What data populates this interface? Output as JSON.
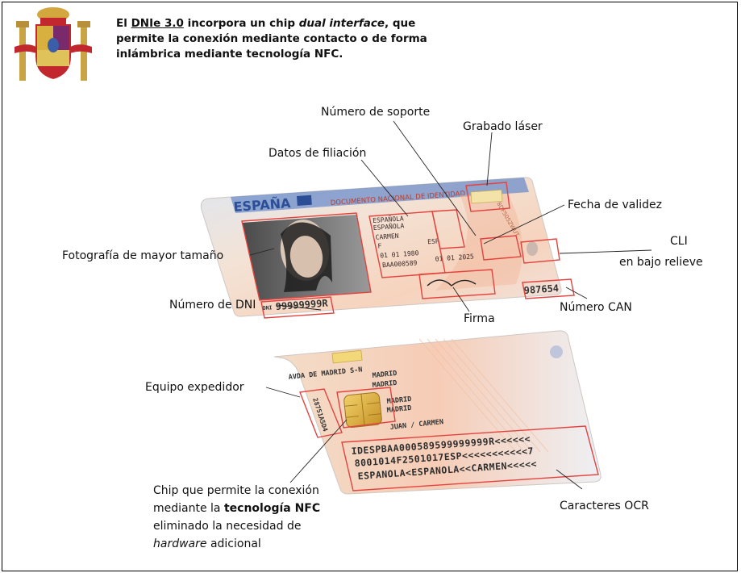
{
  "intro": {
    "p1": "El ",
    "dni": "DNIe 3.0",
    "p2": " incorpora un chip ",
    "dual": "dual interface",
    "p3": ", que permite la conexión mediante contacto o de forma inlámbrica mediante tecnología NFC."
  },
  "labels": {
    "numero_soporte": "Número de soporte",
    "grabado_laser": "Grabado láser",
    "datos_filiacion": "Datos de filiación",
    "fecha_validez": "Fecha de validez",
    "cli": "CLI",
    "cli_2": "en bajo relieve",
    "fotografia": "Fotografía de mayor tamaño",
    "numero_dni": "Número de DNI",
    "numero_can": "Número CAN",
    "firma": "Firma",
    "equipo": "Equipo expedidor",
    "ocr": "Caracteres OCR"
  },
  "chip_note": {
    "l1": "Chip que permite la conexión",
    "l2a": "mediante la ",
    "l2b": "tecnología NFC",
    "l3": "eliminado la necesidad de",
    "l4a": "hardware",
    "l4b": " adicional"
  },
  "front_card": {
    "country": "ESPAÑA",
    "doc_title": "DOCUMENTO NACIONAL DE IDENTIDAD",
    "surname1": "ESPAÑOLA",
    "surname2": "ESPAÑOLA",
    "name": "CARMEN",
    "sex": "F",
    "nationality": "ESP",
    "birth": "01 01 1980",
    "support": "BAA000589",
    "validity": "01 01 2025",
    "dni": "99999999R",
    "can": "987654",
    "dni_prefix": "DNI"
  },
  "back_card": {
    "address1": "AVDA DE MADRID S-N",
    "address2": "MADRID",
    "address3": "MADRID",
    "birthplace1": "MADRID",
    "birthplace2": "MADRID",
    "parents": "JUAN / CARMEN",
    "equipo": "28751A5D4",
    "ocr1": "IDESPBAA000589599999999R<<<<<<",
    "ocr2": "8001014F2501017ESP<<<<<<<<<<<7",
    "ocr3": "ESPANOLA<ESPANOLA<<CARMEN<<<<<"
  },
  "colors": {
    "callout_red": "#e2433f",
    "card_blue": "#3f6bb5",
    "chip_gold": "#d4a43a"
  }
}
